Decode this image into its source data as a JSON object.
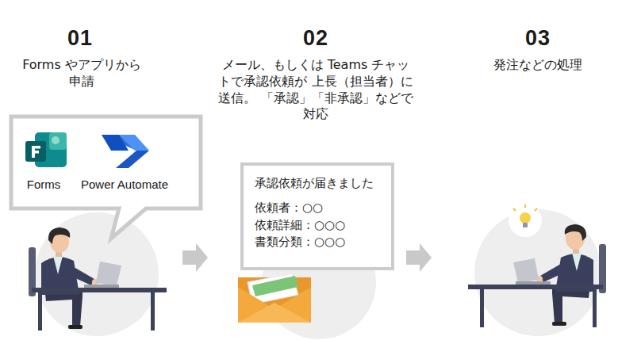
{
  "diagram": {
    "nodes": [
      {
        "text": [
          "Forms",
          "Power Automate"
        ]
      },
      {
        "text": [
          "承認依頼が届きました",
          "依頼者：○○",
          "依頼詳細：○○○",
          "書類分類：○○○"
        ]
      }
    ],
    "labels": [
      "01",
      "Forms やアプリから 申請",
      "02",
      "メール、もしくは Teams チャットで承認依頼が 上長（担当者）に送信。 「承認」「非承認」などで対応",
      "03",
      "発注などの処理"
    ]
  }
}
